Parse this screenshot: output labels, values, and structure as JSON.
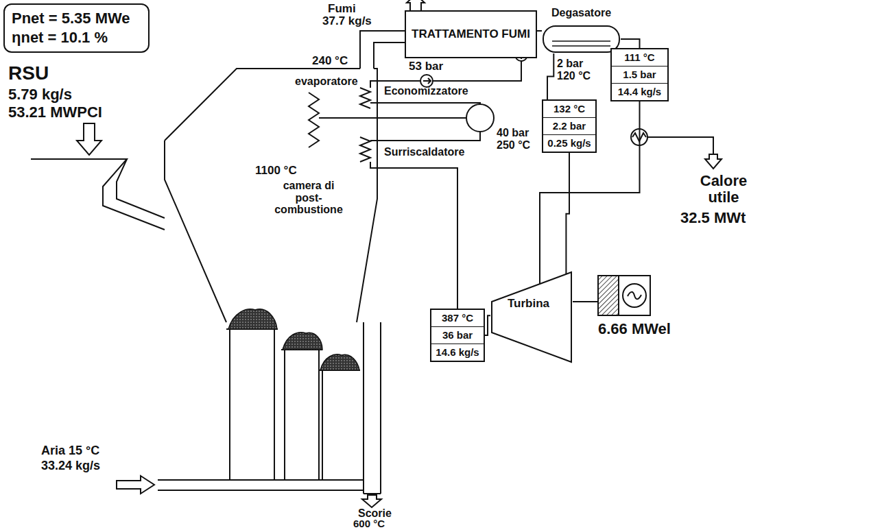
{
  "diagram": {
    "nodes": [
      {
        "text": [
          "Pnet = 5.35 MWe",
          "ηnet = 10.1 %"
        ]
      },
      {
        "text": [
          "TRATTAMENTO FUMI"
        ]
      },
      {
        "text": [
          "Degasatore"
        ]
      },
      {
        "text": [
          "132 °C",
          "2.2 bar",
          "0.25 kg/s"
        ]
      },
      {
        "text": [
          "111 °C",
          "1.5 bar",
          "14.4 kg/s"
        ]
      },
      {
        "text": [
          "387 °C",
          "36 bar",
          "14.6 kg/s"
        ]
      },
      {
        "text": [
          "Turbina"
        ]
      }
    ],
    "edges": [
      {
        "from": 5,
        "to": 6,
        "arrow": "none"
      },
      {
        "from": 6,
        "to": 3,
        "arrow": "none"
      },
      {
        "from": 3,
        "to": 2,
        "arrow": "none"
      },
      {
        "from": 6,
        "to": 4,
        "arrow": "none"
      },
      {
        "from": 4,
        "to": 2,
        "arrow": "none"
      }
    ],
    "labels": [
      "Fumi",
      "37.7 kg/s",
      "240 °C",
      "RSU",
      "5.79 kg/s",
      "53.21 MWPCI",
      "53 bar",
      "Economizzatore",
      "evaporatore",
      "Surriscaldatore",
      "40 bar",
      "250 °C",
      "1100 °C",
      "camera di post-combustione",
      "Aria 15 °C",
      "33.24 kg/s",
      "Scorie",
      "600 °C",
      "6.66 MWel",
      "Calore utile",
      "32.5 MWt",
      "2 bar",
      "120 °C"
    ]
  }
}
